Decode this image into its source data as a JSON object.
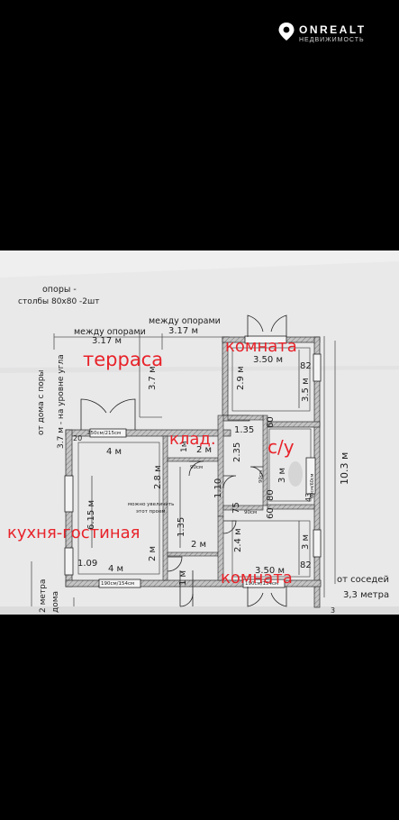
{
  "brand": {
    "name": "ONREALT",
    "tagline": "НЕДВИЖИМОСТЬ",
    "icon": "location-pin-icon",
    "color": "#ffffff"
  },
  "colors": {
    "annotation_red": "#e8232a",
    "wall_fill": "#bfbfbf",
    "wall_stroke": "#2a2a2a",
    "paper": "#e9e9ea",
    "ink": "#1e1e1e"
  },
  "notes": {
    "supports_line1": "опоры -",
    "supports_line2": "столбы 80х80 -2шт",
    "between_supports_left": "между опорами",
    "between_supports_right": "между опорами",
    "from_house_vertical": "от дома с поры",
    "level_vertical": "3.7 м - на уровне угла",
    "widen_line1": "можно увеличить",
    "widen_line2": "этот проем",
    "from_neighbors_line1": "от соседей",
    "from_neighbors_line2": "3,3 метра",
    "house_gap_line1": "2 метра",
    "house_gap_line2": "дома"
  },
  "rooms": {
    "terrace": "терраса",
    "room_top": "комната",
    "storage": "клад.",
    "bathroom": "с/у",
    "kitchen_living": "кухня-гостиная",
    "room_bottom": "комната"
  },
  "dimensions": {
    "d_317_left": "3.17 м",
    "d_317_right": "3.17 м",
    "d_37": "3.7 м",
    "d_350_top": "3.50 м",
    "d_82_top": "82",
    "d_29": "2.9 м",
    "d_35": "3.5 м",
    "d_60_top": "60",
    "d_135_top": "1.35",
    "d_20": "20",
    "d_4m_top": "4 м",
    "d_window_top": "250см/215см",
    "d_28": "2.8 м",
    "d_1m_storage": "1м",
    "d_2m_storage": "2 м",
    "d_90_storage": "90см",
    "d_235": "2.35",
    "d_90_bath": "90см",
    "d_3m_bath": "3 м",
    "d_80": "80",
    "d_bath_window": "60см/60см",
    "d_615": "6.15 м",
    "d_110": "1.10",
    "d_135_mid": "1.35",
    "d_75": "75",
    "d_60_mid": "60",
    "d_43": "43",
    "d_90_hall": "90см",
    "d_2m_hall": "2 м",
    "d_2m_kitchen": "2 м",
    "d_24": "2.4 м",
    "d_3m_bottom": "3 м",
    "d_109": "1.09",
    "d_4m_bottom": "4 м",
    "d_1m_bottom": "1 м",
    "d_350_bottom": "3.50 м",
    "d_82_bottom": "82",
    "d_window_bottom": "190см/154см",
    "d_window_bottom_right": "190см/154см",
    "d_103": "10.3 м",
    "d_3_edge": "3"
  }
}
